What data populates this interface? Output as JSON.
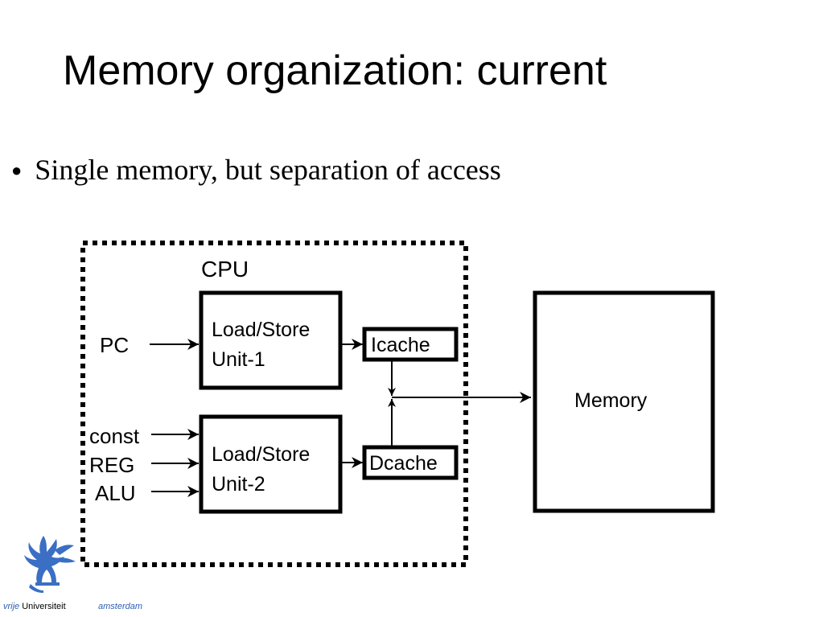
{
  "slide": {
    "title": "Memory organization: current",
    "bullet": "Single memory, but separation of access"
  },
  "diagram": {
    "cpu_label": "CPU",
    "inputs": {
      "pc": "PC",
      "const": "const",
      "reg": "REG",
      "alu": "ALU"
    },
    "unit1": {
      "line1": "Load/Store",
      "line2": "Unit-1"
    },
    "unit2": {
      "line1": "Load/Store",
      "line2": "Unit-2"
    },
    "icache": "Icache",
    "dcache": "Dcache",
    "memory": "Memory"
  },
  "footer": {
    "vrije": "vrije",
    "universiteit": "Universiteit",
    "amsterdam": "amsterdam"
  },
  "colors": {
    "brand_blue": "#2f5fb3"
  }
}
